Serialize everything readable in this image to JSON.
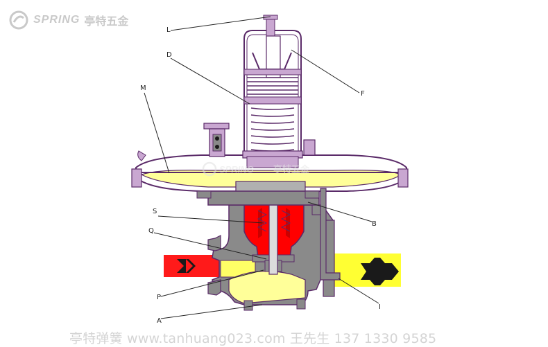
{
  "logo": {
    "brand": "SPRING",
    "name": "亭特五金"
  },
  "center_watermark": {
    "brand": "SPRING",
    "name": "亭特五金"
  },
  "watermark": "亭特弹簧 www.tanhuang023.com 王先生 137 1330 9585",
  "labels": {
    "L": "L",
    "D": "D",
    "F": "F",
    "M": "M",
    "S": "S",
    "Q": "Q",
    "B": "B",
    "P": "P",
    "I": "I",
    "A": "A"
  },
  "colors": {
    "outline": "#5a2a68",
    "body_gray": "#8a8a8a",
    "valve_red": "#ff0000",
    "diaphragm_yellow": "#ffff99",
    "inlet_red": "#ff1a1a",
    "outlet_yellow": "#ffff33",
    "arrow_dark": "#1a1a1a"
  }
}
